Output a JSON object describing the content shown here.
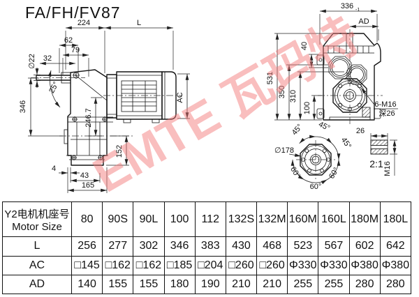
{
  "title": "FA/FH/FV87",
  "watermark": "EMTE 瓦玛特",
  "side_view": {
    "d224": "224",
    "dL": "L",
    "d62": "62",
    "d79": "79",
    "d32": "32",
    "d22": "∅22",
    "d25": "25°",
    "d346": "346",
    "d2467": "246.7",
    "d152": "152",
    "dAC": "AC",
    "d4": "4",
    "d43": "43",
    "d165": "165"
  },
  "front_view": {
    "d336": "336",
    "d336tol": "-1",
    "dAD": "AD",
    "d40": "40",
    "d531": "531",
    "d350": "350",
    "d310": "310",
    "d100": "100",
    "bolt_note": "6-M16",
    "bolt_depth": "深26",
    "d178": "∅178",
    "a45_1": "45°",
    "a45_2": "45°",
    "a45_3": "45°",
    "a60_1": "60°",
    "a60_2": "60°",
    "a60_3": "60°",
    "d26": "26",
    "scale_note": "2:1",
    "dM16": "M16"
  },
  "table": {
    "header_cn": "Y2电机机座号",
    "header_en": "Motor Size",
    "columns": [
      "80",
      "90S",
      "90L",
      "100",
      "112",
      "132S",
      "132M",
      "160M",
      "160L",
      "180M",
      "180L"
    ],
    "rows": [
      {
        "label": "L",
        "values": [
          "256",
          "277",
          "302",
          "346",
          "383",
          "430",
          "468",
          "523",
          "567",
          "602",
          "642"
        ]
      },
      {
        "label": "AC",
        "values": [
          "□145",
          "□162",
          "□162",
          "□185",
          "□204",
          "□260",
          "□260",
          "Φ330",
          "Φ330",
          "Φ380",
          "Φ380"
        ]
      },
      {
        "label": "AD",
        "values": [
          "140",
          "155",
          "155",
          "180",
          "190",
          "210",
          "210",
          "255",
          "255",
          "280",
          "280"
        ]
      }
    ]
  }
}
